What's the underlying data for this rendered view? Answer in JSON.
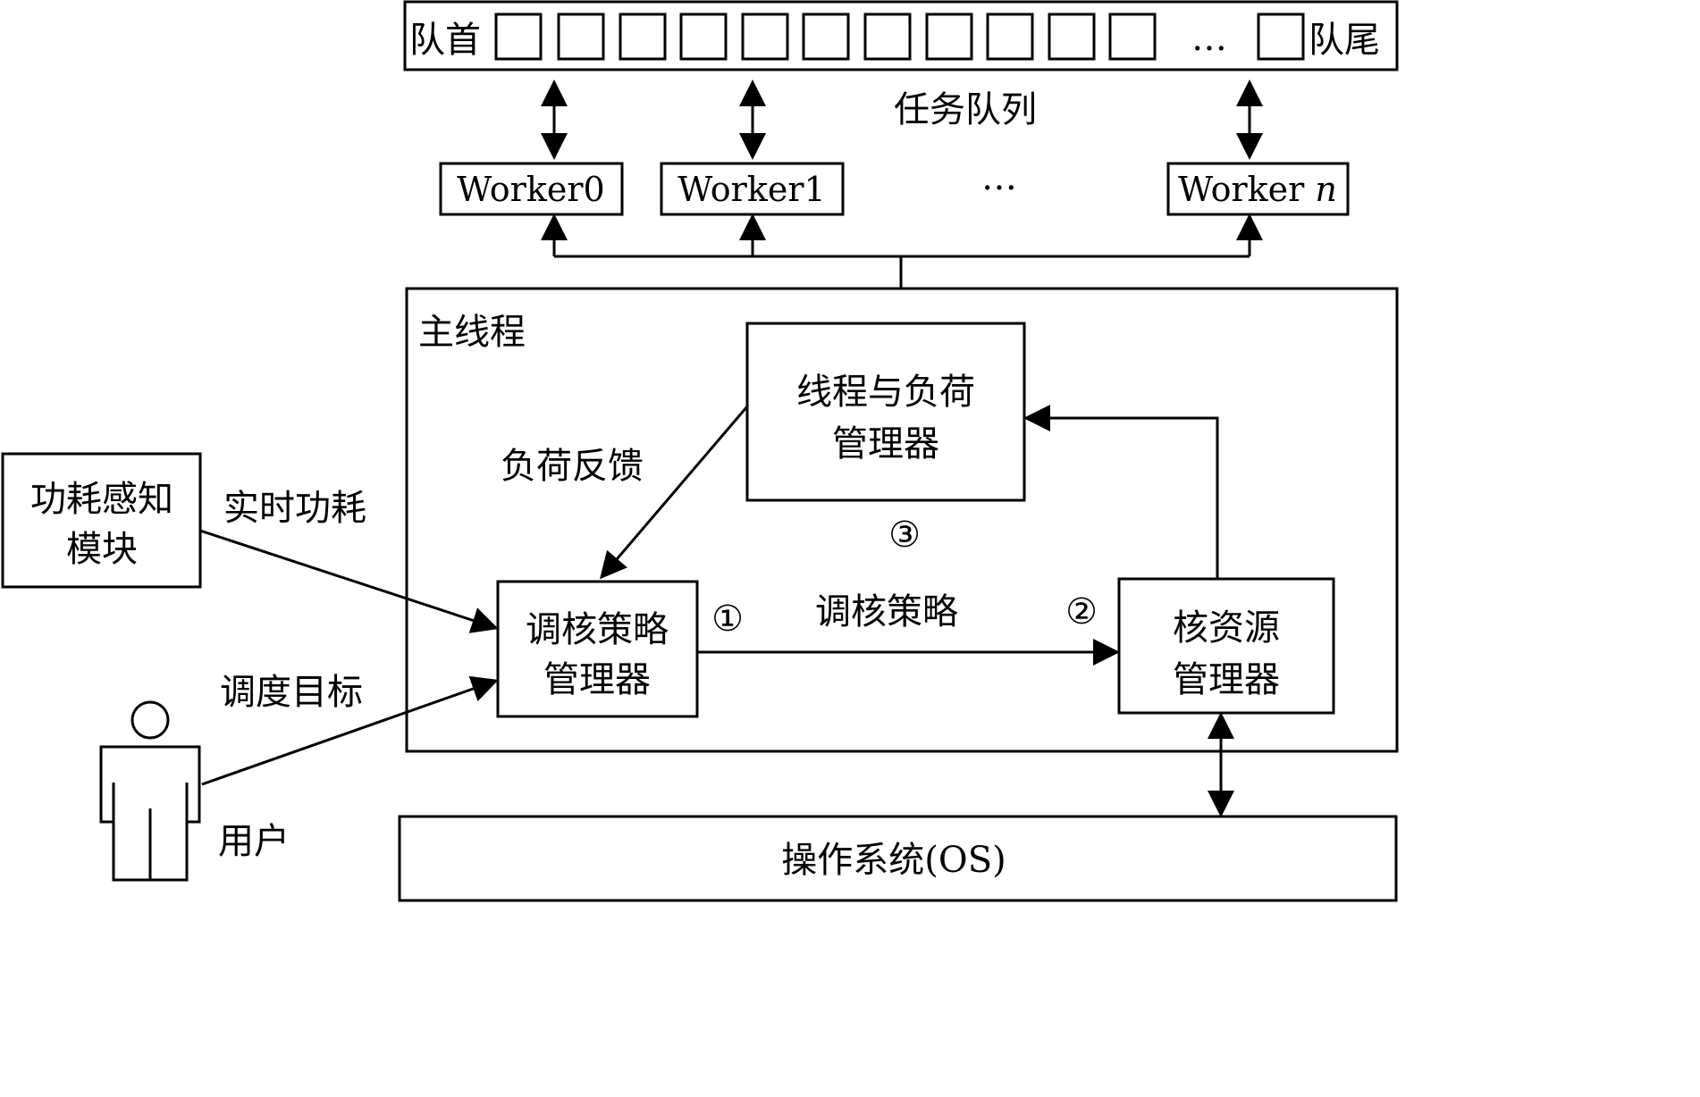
{
  "queue": {
    "head_label": "队首",
    "tail_label": "队尾",
    "ellipsis": "…",
    "caption": "任务队列"
  },
  "workers": [
    {
      "label": "Worker0"
    },
    {
      "label": "Worker1"
    },
    {
      "label_prefix": "Worker ",
      "label_var": "n"
    }
  ],
  "workers_ellipsis": "…",
  "main_thread": {
    "title": "主线程",
    "thread_load_manager": {
      "line1": "线程与负荷",
      "line2": "管理器",
      "marker": "③"
    },
    "core_policy_manager": {
      "line1": "调核策略",
      "line2": "管理器",
      "marker": "①"
    },
    "core_resource_manager": {
      "line1": "核资源",
      "line2": "管理器",
      "marker": "②"
    },
    "edge_load_feedback": "负荷反馈",
    "edge_core_policy": "调核策略"
  },
  "power_module": {
    "line1": "功耗感知",
    "line2": "模块"
  },
  "edge_realtime_power": "实时功耗",
  "edge_schedule_target": "调度目标",
  "user_label": "用户",
  "os_label": "操作系统(OS)"
}
